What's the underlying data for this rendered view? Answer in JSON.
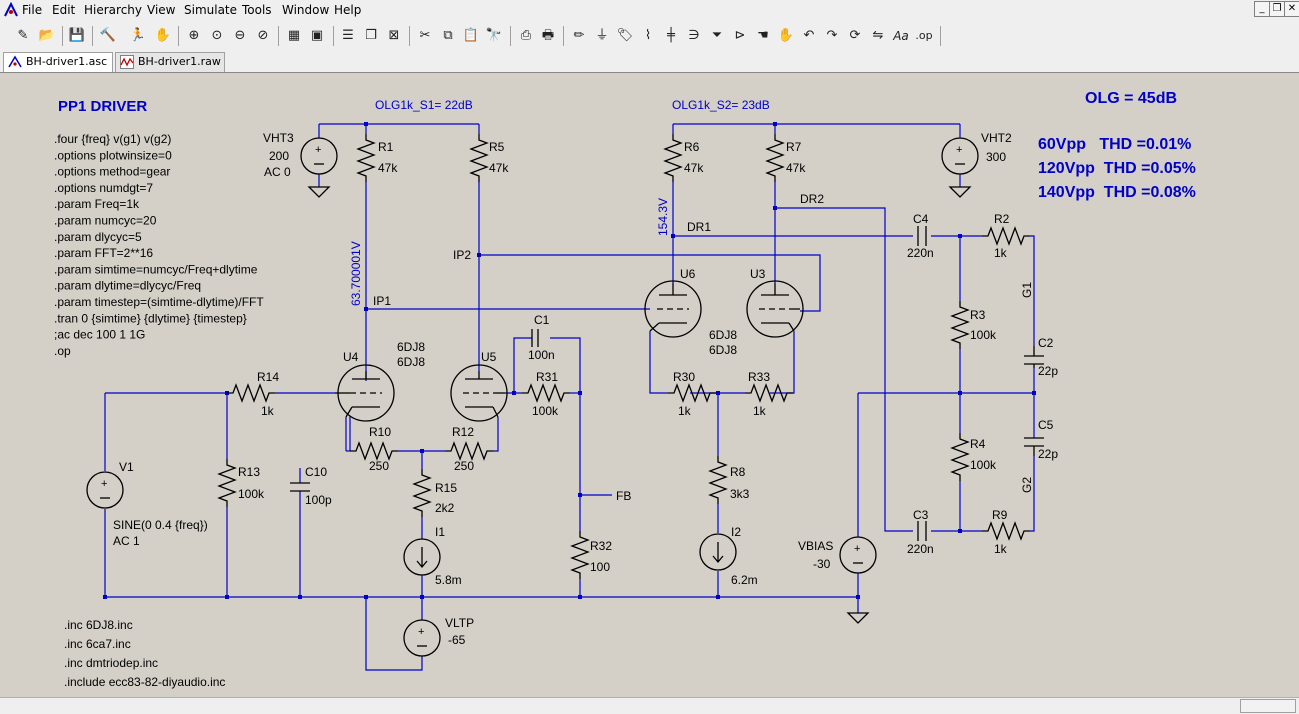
{
  "menu": [
    "File",
    "Edit",
    "Hierarchy",
    "View",
    "Simulate",
    "Tools",
    "Window",
    "Help"
  ],
  "window_controls": {
    "minimize": "_",
    "restore": "❐",
    "close": "✕"
  },
  "tabs": [
    {
      "label": "BH-driver1.asc",
      "icon": "schematic-icon"
    },
    {
      "label": "BH-driver1.raw",
      "icon": "waveform-icon"
    }
  ],
  "toolbar_icons": [
    "new-schematic-icon",
    "open-icon",
    "save-icon",
    "control-panel-icon",
    "run-icon",
    "halt-icon",
    "zoom-in-icon",
    "zoom-pan-icon",
    "zoom-out-icon",
    "zoom-cancel-icon",
    "autorange-icon",
    "fit-icon",
    "tile-icon",
    "cascade-icon",
    "close-window-icon",
    "cut-icon",
    "copy-icon",
    "paste-icon",
    "find-icon",
    "print-setup-icon",
    "print-icon",
    "wire-icon",
    "ground-icon",
    "label-icon",
    "resistor-icon",
    "capacitor-icon",
    "inductor-icon",
    "diode-icon",
    "component-icon",
    "move-icon",
    "drag-icon",
    "undo-icon",
    "redo-icon",
    "rotate-icon",
    "mirror-icon",
    "text-icon",
    "spice-directive-icon"
  ],
  "schematic": {
    "title": "PP1 DRIVER",
    "directives": [
      ".four {freq} v(g1)  v(g2)",
      ".options plotwinsize=0",
      ".options method=gear",
      ".options numdgt=7",
      ".param Freq=1k",
      ".param numcyc=20",
      ".param dlycyc=5",
      ".param FFT=2**16",
      ".param simtime=numcyc/Freq+dlytime",
      ".param dlytime=dlycyc/Freq",
      ".param timestep=(simtime-dlytime)/FFT",
      ".tran 0 {simtime} {dlytime} {timestep}",
      ";ac dec 100 1 1G",
      ".op"
    ],
    "includes": [
      ".inc 6DJ8.inc",
      ".inc 6ca7.inc",
      ".inc dmtriodep.inc",
      ".include ecc83-82-diyaudio.inc"
    ],
    "olg_s1": "OLG1k_S1= 22dB",
    "olg_s2": "OLG1k_S2= 23dB",
    "olg_total": "OLG = 45dB",
    "thd": [
      "60Vpp   THD =0.01%",
      "120Vpp  THD =0.05%",
      "140Vpp  THD =0.08%"
    ],
    "op_voltages": {
      "ip1_node": "63.700001V",
      "dr1_node": "154.3V"
    },
    "net_labels": {
      "ip1": "IP1",
      "ip2": "IP2",
      "dr1": "DR1",
      "dr2": "DR2",
      "fb": "FB",
      "g1": "G1",
      "g2": "G2"
    },
    "components": {
      "VHT3": {
        "name": "VHT3",
        "value": "200",
        "extra": "AC 0"
      },
      "VHT2": {
        "name": "VHT2",
        "value": "300"
      },
      "R1": {
        "name": "R1",
        "value": "47k"
      },
      "R5": {
        "name": "R5",
        "value": "47k"
      },
      "R6": {
        "name": "R6",
        "value": "47k"
      },
      "R7": {
        "name": "R7",
        "value": "47k"
      },
      "U4": {
        "name": "U4",
        "value": "6DJ8"
      },
      "U5": {
        "name": "U5"
      },
      "U4U5_model": {
        "value": "6DJ8"
      },
      "U6": {
        "name": "U6",
        "value": "6DJ8"
      },
      "U3": {
        "name": "U3"
      },
      "U6U3_model": {
        "value": "6DJ8"
      },
      "R14": {
        "name": "R14",
        "value": "1k"
      },
      "R13": {
        "name": "R13",
        "value": "100k"
      },
      "C10": {
        "name": "C10",
        "value": "100p"
      },
      "V1": {
        "name": "V1",
        "value": "SINE(0 0.4 {freq})",
        "extra": "AC 1"
      },
      "R10": {
        "name": "R10",
        "value": "250"
      },
      "R12": {
        "name": "R12",
        "value": "250"
      },
      "R15": {
        "name": "R15",
        "value": "2k2"
      },
      "I1": {
        "name": "I1",
        "value": "5.8m"
      },
      "C1": {
        "name": "C1",
        "value": "100n"
      },
      "R31": {
        "name": "R31",
        "value": "100k"
      },
      "R32": {
        "name": "R32",
        "value": "100"
      },
      "VLTP": {
        "name": "VLTP",
        "value": "-65"
      },
      "R30": {
        "name": "R30",
        "value": "1k"
      },
      "R33": {
        "name": "R33",
        "value": "1k"
      },
      "R8": {
        "name": "R8",
        "value": "3k3"
      },
      "I2": {
        "name": "I2",
        "value": "6.2m"
      },
      "C4": {
        "name": "C4",
        "value": "220n"
      },
      "C3": {
        "name": "C3",
        "value": "220n"
      },
      "R2": {
        "name": "R2",
        "value": "1k"
      },
      "R9": {
        "name": "R9",
        "value": "1k"
      },
      "R3": {
        "name": "R3",
        "value": "100k"
      },
      "R4": {
        "name": "R4",
        "value": "100k"
      },
      "C2": {
        "name": "C2",
        "value": "22p"
      },
      "C5": {
        "name": "C5",
        "value": "22p"
      },
      "VBIAS": {
        "name": "VBIAS",
        "value": "-30"
      }
    },
    "colors": {
      "wire": "#0000c8",
      "component": "#000000",
      "directive": "#000000",
      "annotation": "#0000c8",
      "background": "#d4d0c8"
    }
  }
}
